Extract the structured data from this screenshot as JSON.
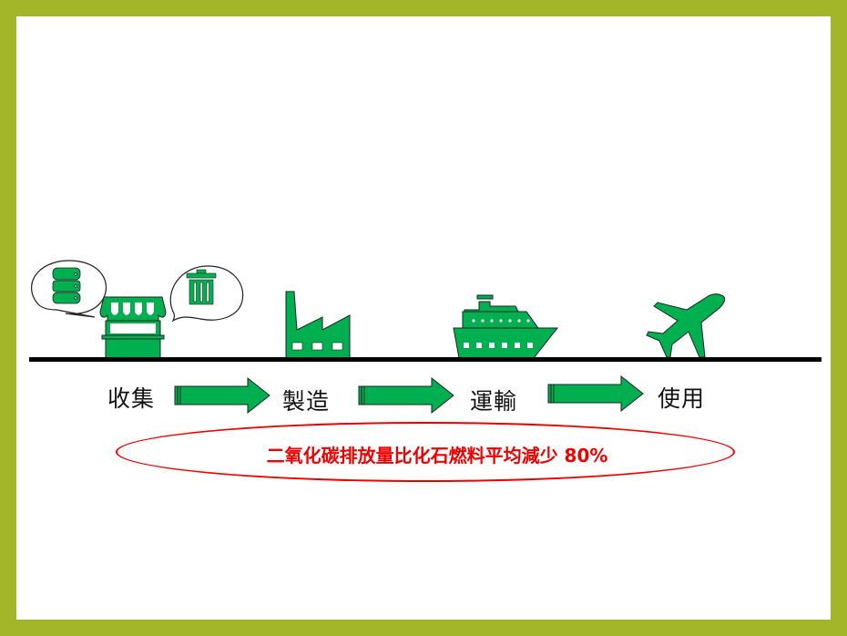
{
  "steps": [
    {
      "label": "收集",
      "icon": "market-stall-icon"
    },
    {
      "label": "製造",
      "icon": "factory-icon"
    },
    {
      "label": "運輸",
      "icon": "ship-icon"
    },
    {
      "label": "使用",
      "icon": "airplane-icon"
    }
  ],
  "bubbles": [
    "database-icon",
    "trash-can-icon"
  ],
  "callout": "二氧化碳排放量比化石燃料平均減少 80%",
  "colors": {
    "green": "#00b050",
    "frame": "#a3b629",
    "callout": "#ee0000"
  }
}
